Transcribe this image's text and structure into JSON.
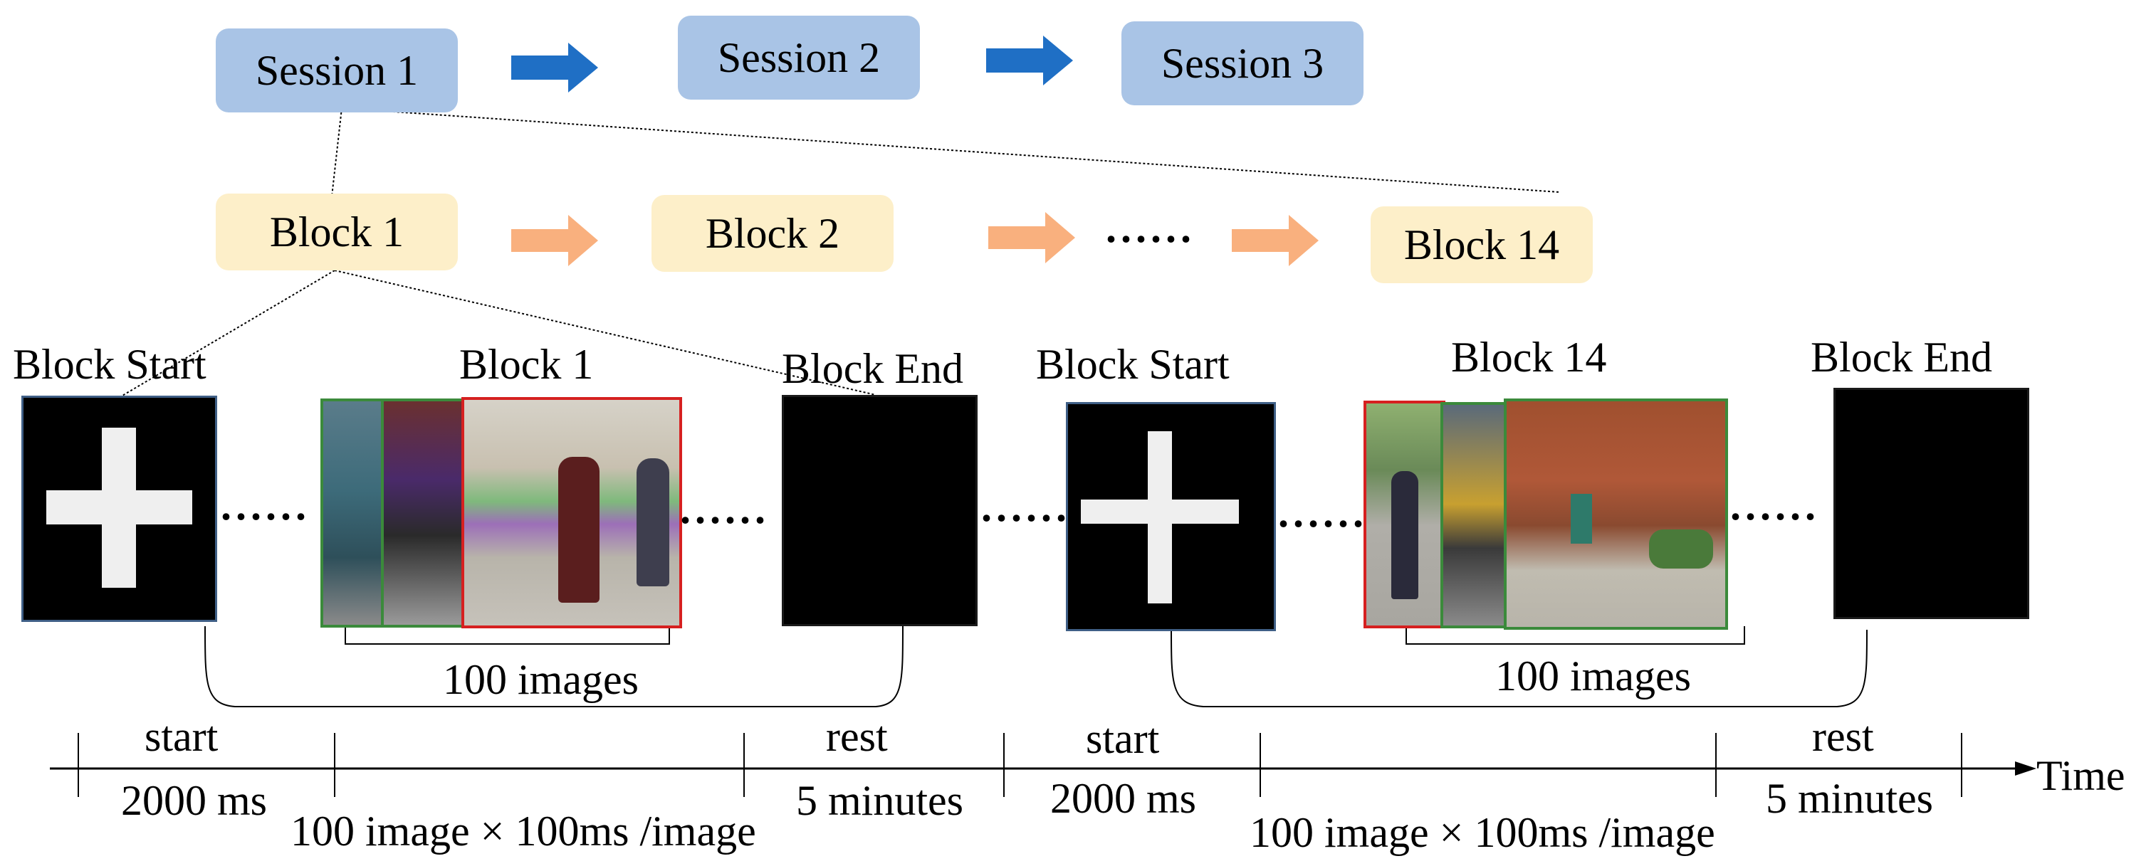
{
  "sessions": [
    "Session 1",
    "Session 2",
    "Session 3"
  ],
  "blocks": [
    "Block 1",
    "Block 2",
    "Block 14"
  ],
  "ellipsis": "......",
  "colors": {
    "session_fill": "#a9c4e6",
    "session_arrow": "#1f6fc5",
    "block_fill": "#fdefc9",
    "block_arrow": "#f9b07e",
    "green_frame": "#3b8a3b",
    "red_frame": "#d62020"
  },
  "timeline": {
    "block_start_1": "Block Start",
    "block_1": "Block 1",
    "block_end_1": "Block End",
    "block_start_2": "Block Start",
    "block_14": "Block 14",
    "block_end_2": "Block End",
    "images_1": "100 images",
    "images_2": "100 images"
  },
  "axis": {
    "label": "Time",
    "start_1": "start",
    "start_1_time": "2000 ms",
    "images_1_time": "100 image × 100ms /image",
    "rest_1": "rest",
    "rest_1_time": "5 minutes",
    "start_2": "start",
    "start_2_time": "2000 ms",
    "images_2_time": "100 image × 100ms /image",
    "rest_2": "rest",
    "rest_2_time": "5 minutes"
  }
}
